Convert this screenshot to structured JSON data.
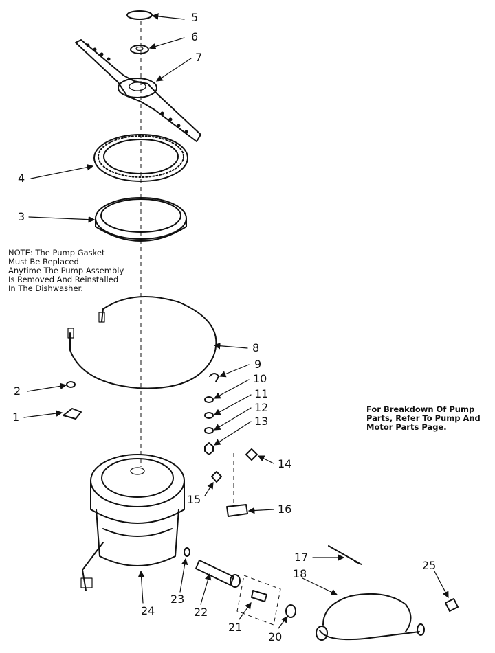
{
  "notes": {
    "gasket": "NOTE: The Pump Gasket\nMust Be Replaced\nAnytime The Pump Assembly\nIs Removed And Reinstalled\nIn The Dishwasher.",
    "breakdown": "For Breakdown Of Pump\nParts, Refer To Pump And\nMotor Parts Page."
  },
  "callouts": {
    "p1": "1",
    "p2": "2",
    "p3": "3",
    "p4": "4",
    "p5": "5",
    "p6": "6",
    "p7": "7",
    "p8": "8",
    "p9": "9",
    "p10": "10",
    "p11": "11",
    "p12": "12",
    "p13": "13",
    "p14": "14",
    "p15": "15",
    "p16": "16",
    "p17": "17",
    "p18": "18",
    "p20": "20",
    "p21": "21",
    "p22": "22",
    "p23": "23",
    "p24": "24",
    "p25": "25"
  }
}
